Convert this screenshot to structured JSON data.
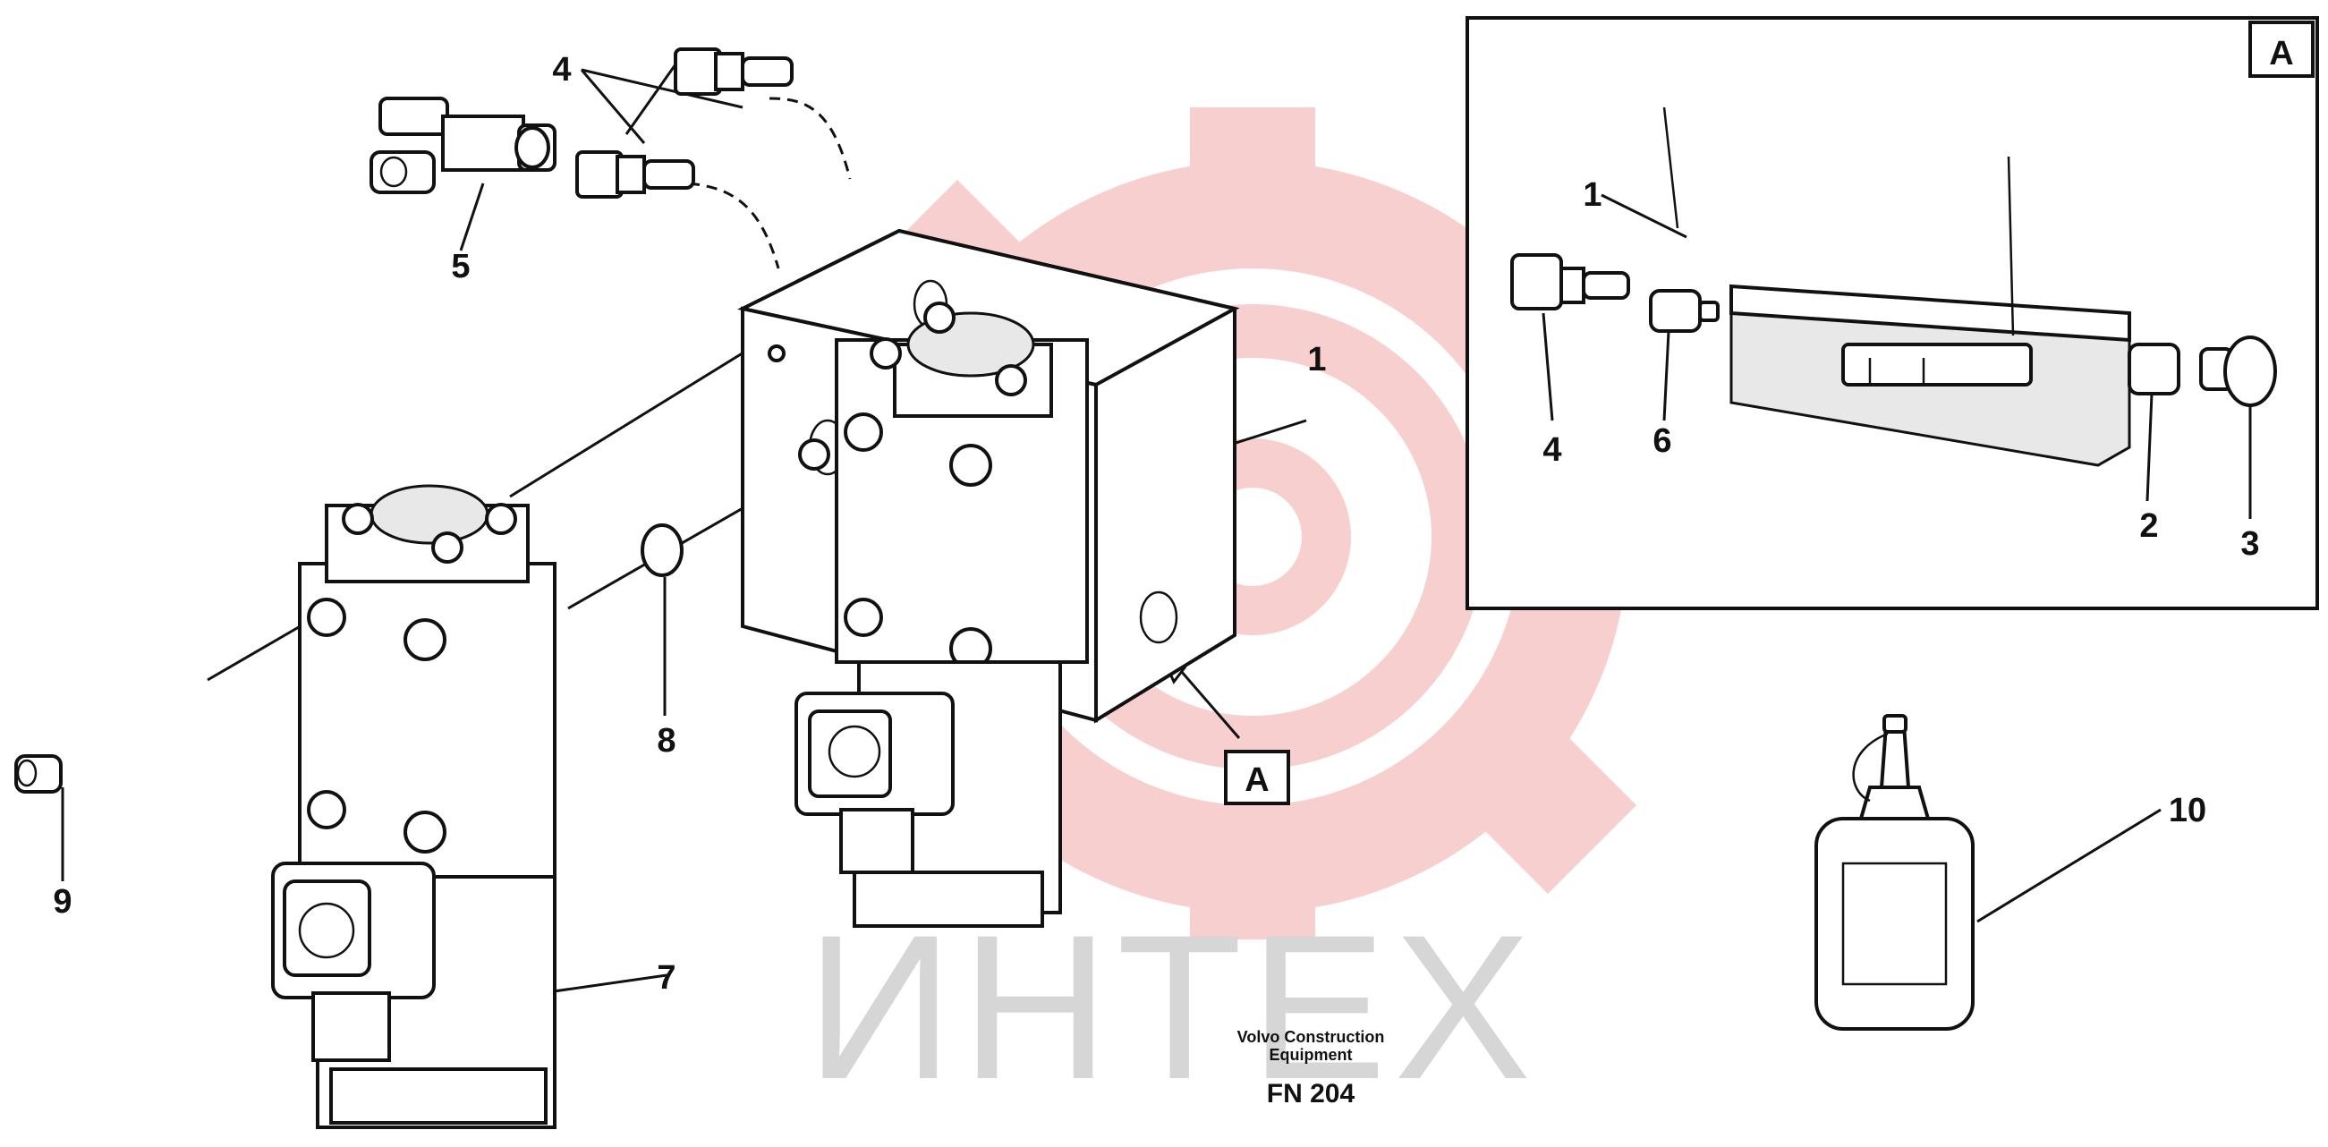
{
  "callouts": {
    "c1": "1",
    "c4": "4",
    "c5": "5",
    "c7": "7",
    "c8": "8",
    "c9": "9",
    "c10": "10"
  },
  "view_ref": "A",
  "detail": {
    "title": "A",
    "c1": "1",
    "c2": "2",
    "c3": "3",
    "c4": "4",
    "c6": "6"
  },
  "caption": {
    "line1": "Volvo Construction",
    "line2": "Equipment",
    "code": "FN 204"
  },
  "watermark": {
    "text": "ИНТЕХ",
    "gear_color": "#f2a8a8",
    "text_color": "#d6d6d6"
  }
}
